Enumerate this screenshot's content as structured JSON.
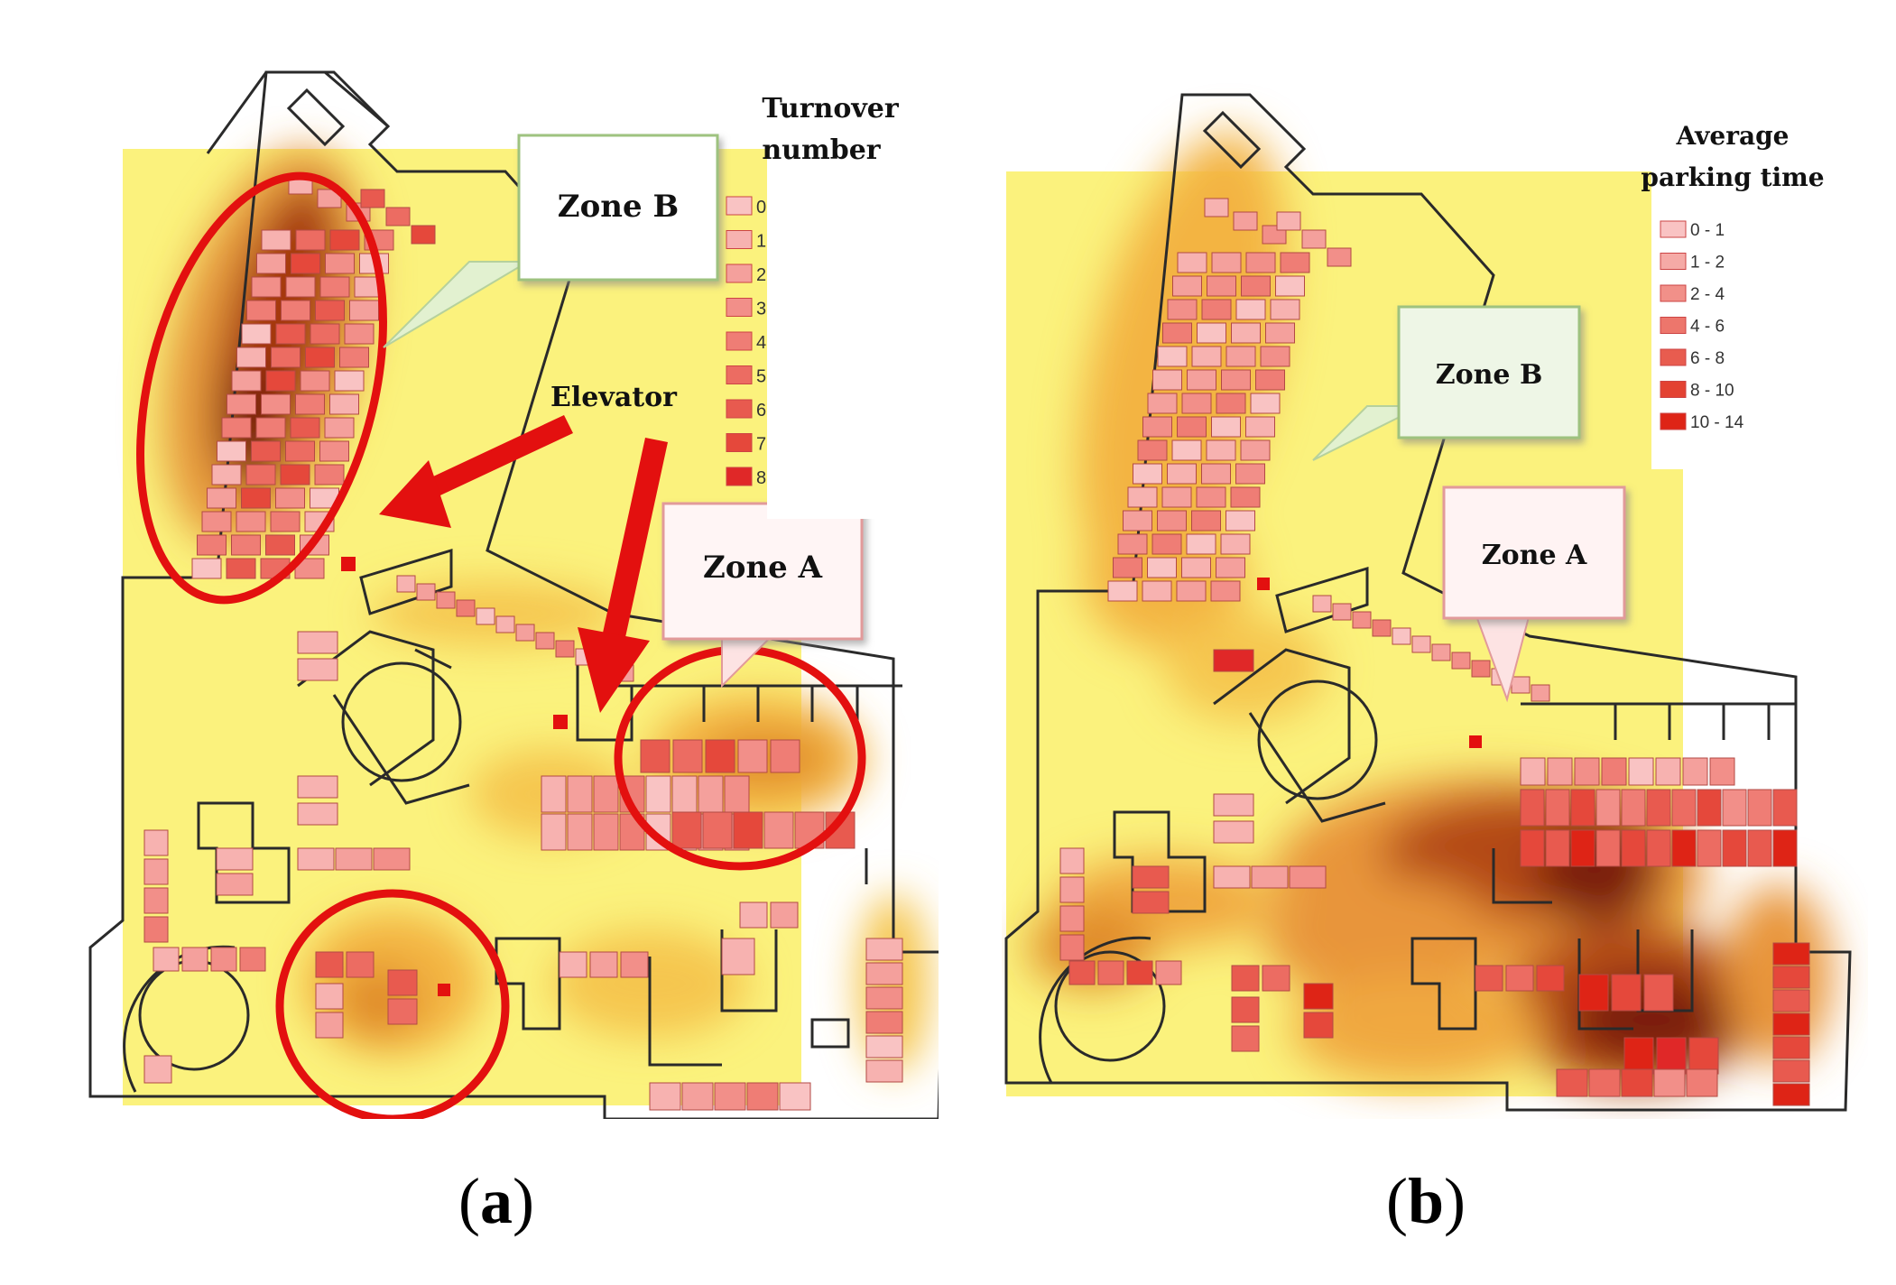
{
  "panels": [
    {
      "caption": "a",
      "legend": {
        "title": [
          "Turnover",
          "number"
        ],
        "items": [
          "0",
          "1",
          "2",
          "3",
          "4",
          "5",
          "6",
          "7",
          "8"
        ],
        "colors": [
          "#f9c3c3",
          "#f7b2b0",
          "#f4a09c",
          "#f28f89",
          "#ef7d75",
          "#ec6c62",
          "#e85a4f",
          "#e5483b",
          "#e02828"
        ]
      },
      "callouts": {
        "zone_b": "Zone B",
        "zone_a": "Zone A",
        "elevator": "Elevator"
      }
    },
    {
      "caption": "b",
      "legend": {
        "title": [
          "Average",
          "parking time"
        ],
        "items": [
          "0 - 1",
          "1 - 2",
          "2 - 4",
          "4 - 6",
          "6 - 8",
          "8 - 10",
          "10 - 14"
        ],
        "colors": [
          "#f9c3c3",
          "#f5aaa6",
          "#f19089",
          "#ed766c",
          "#e85c4f",
          "#e34232",
          "#de2416"
        ]
      },
      "callouts": {
        "zone_b": "Zone B",
        "zone_a": "Zone A"
      }
    }
  ],
  "colors": {
    "heat_base": "#fbf27d",
    "heat_mid": "#f3b443",
    "heat_high": "#b44a12",
    "heat_peak": "#7a1a08",
    "stall": "#f2968f",
    "stall_dark": "#e14a3c",
    "highlight": "#e3100f"
  }
}
